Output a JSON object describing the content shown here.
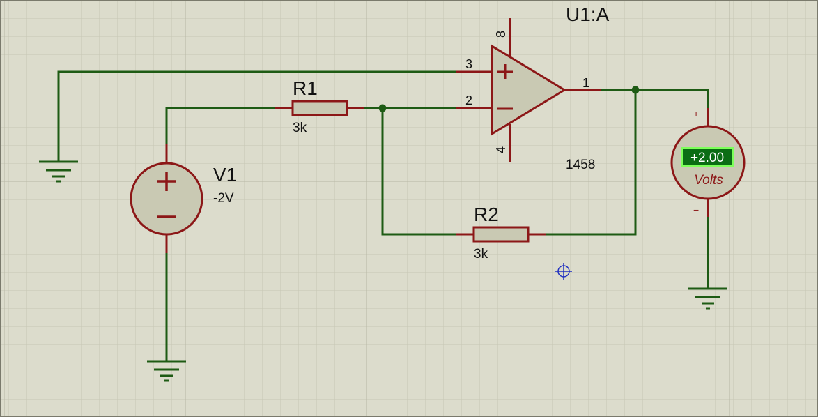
{
  "colors": {
    "background": "#dcdccc",
    "grid": "#c4c4b2",
    "wire": "#1e5b14",
    "component": "#8c1717",
    "component_fill": "#c9c9b3",
    "display_bg": "#0b6d14",
    "display_text": "#ffffff",
    "probe": "#1f2fc0"
  },
  "opamp": {
    "ref": "U1:A",
    "part": "1458",
    "pins": {
      "non_inverting": "3",
      "inverting": "2",
      "output": "1",
      "vplus": "8",
      "vminus": "4"
    },
    "plus_sign": "+",
    "minus_sign": "−"
  },
  "r1": {
    "ref": "R1",
    "value": "3k"
  },
  "r2": {
    "ref": "R2",
    "value": "3k"
  },
  "v1": {
    "ref": "V1",
    "value": "-2V",
    "plus_sign": "+",
    "minus_sign": "−"
  },
  "voltmeter": {
    "reading": "+2.00",
    "units": "Volts",
    "plus_terminal": "+",
    "minus_terminal": "−"
  },
  "icons": [
    "ground-icon",
    "probe-crosshair-icon"
  ]
}
